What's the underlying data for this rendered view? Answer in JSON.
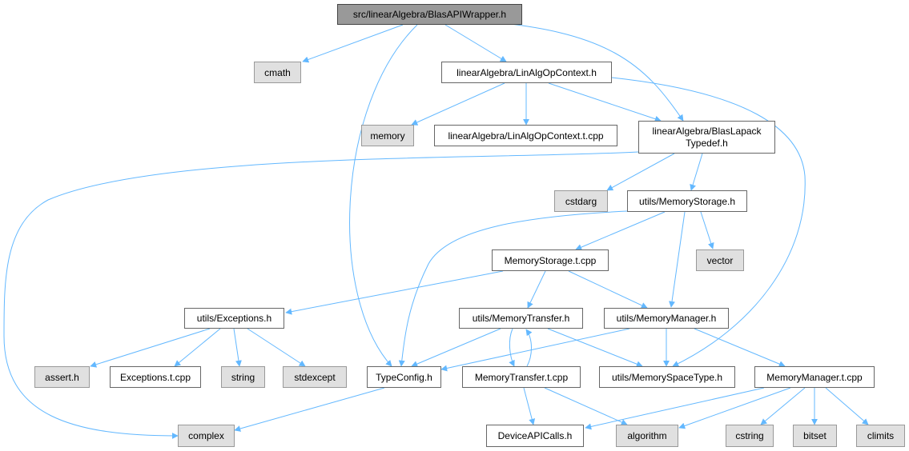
{
  "colors": {
    "edge": "#63b8ff",
    "node_border": "#666666",
    "system_header_fill": "#e0e0e0",
    "root_fill": "#999999"
  },
  "nodes": {
    "root": "src/linearAlgebra/BlasAPIWrapper.h",
    "cmath": "cmath",
    "linalg_ctx_h": "linearAlgebra/LinAlgOpContext.h",
    "memory": "memory",
    "linalg_ctx_tcpp": "linearAlgebra/LinAlgOpContext.t.cpp",
    "blaslapack": "linearAlgebra/BlasLapack\nTypedef.h",
    "cstdarg": "cstdarg",
    "memstorage_h": "utils/MemoryStorage.h",
    "memstorage_tcpp": "MemoryStorage.t.cpp",
    "vector": "vector",
    "exceptions_h": "utils/Exceptions.h",
    "memtransfer_h": "utils/MemoryTransfer.h",
    "memmanager_h": "utils/MemoryManager.h",
    "assert_h": "assert.h",
    "exceptions_tcpp": "Exceptions.t.cpp",
    "string": "string",
    "stdexcept": "stdexcept",
    "typeconfig": "TypeConfig.h",
    "memtransfer_tcpp": "MemoryTransfer.t.cpp",
    "memspacetype": "utils/MemorySpaceType.h",
    "memmanager_tcpp": "MemoryManager.t.cpp",
    "complex": "complex",
    "deviceapicalls": "DeviceAPICalls.h",
    "algorithm": "algorithm",
    "cstring": "cstring",
    "bitset": "bitset",
    "climits": "climits"
  }
}
